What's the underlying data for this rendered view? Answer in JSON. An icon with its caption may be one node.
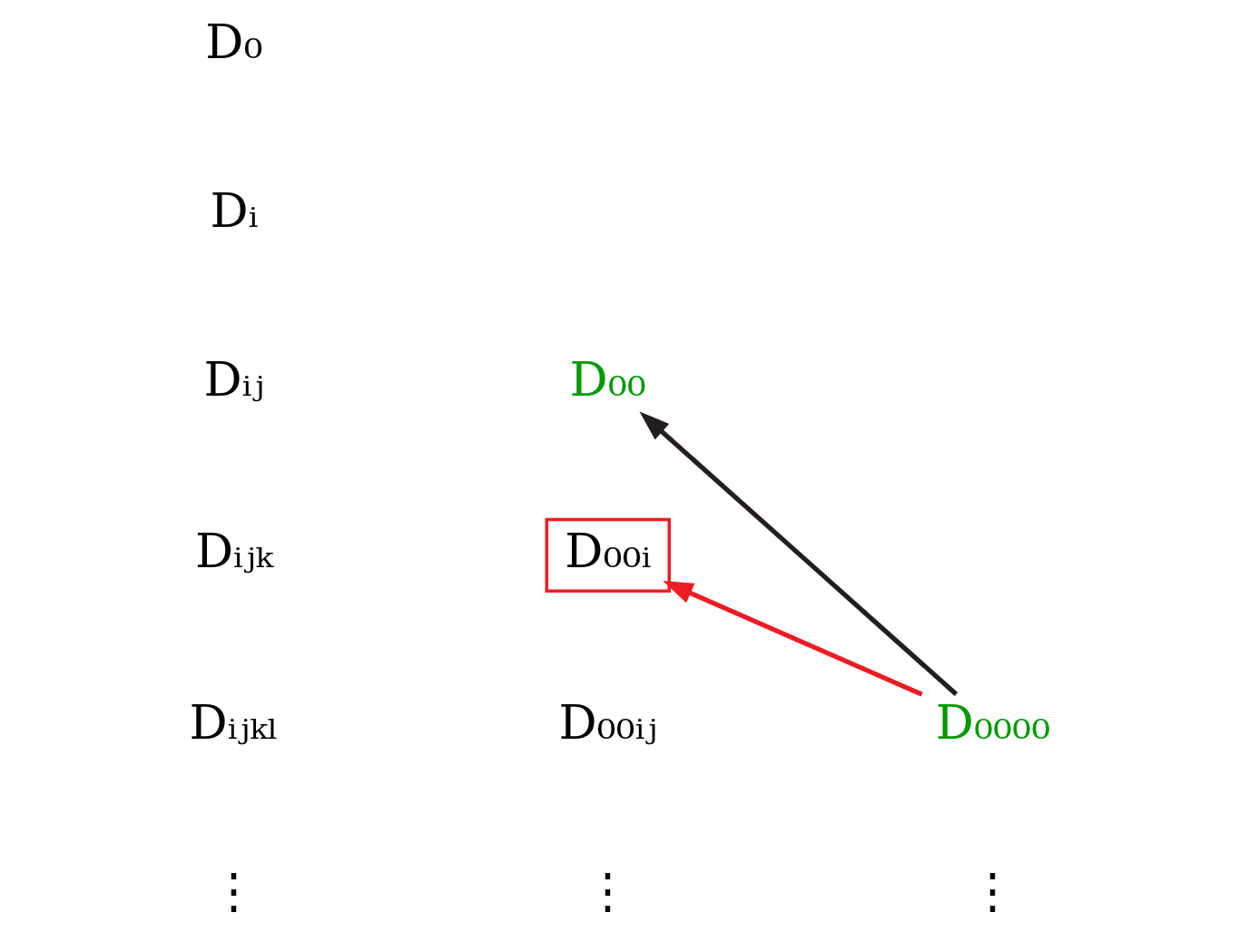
{
  "diagram": {
    "nodes": [
      {
        "text": [
          "D₀₀"
        ]
      },
      {
        "text": [
          "D₀₀ᵢ"
        ]
      },
      {
        "text": [
          "D₀₀₀₀"
        ]
      }
    ],
    "edges": [
      {
        "from": 2,
        "to": 0,
        "arrow": "to"
      },
      {
        "from": 2,
        "to": 1,
        "arrow": "to",
        "color": "#ed1c24"
      }
    ],
    "labels": [
      "D₀",
      "Dᵢ",
      "Dᵢⱼ",
      "Dᵢⱼₖ",
      "Dᵢⱼₖₗ",
      "D₀₀ᵢⱼ",
      "⋮",
      "⋮",
      "⋮"
    ]
  }
}
